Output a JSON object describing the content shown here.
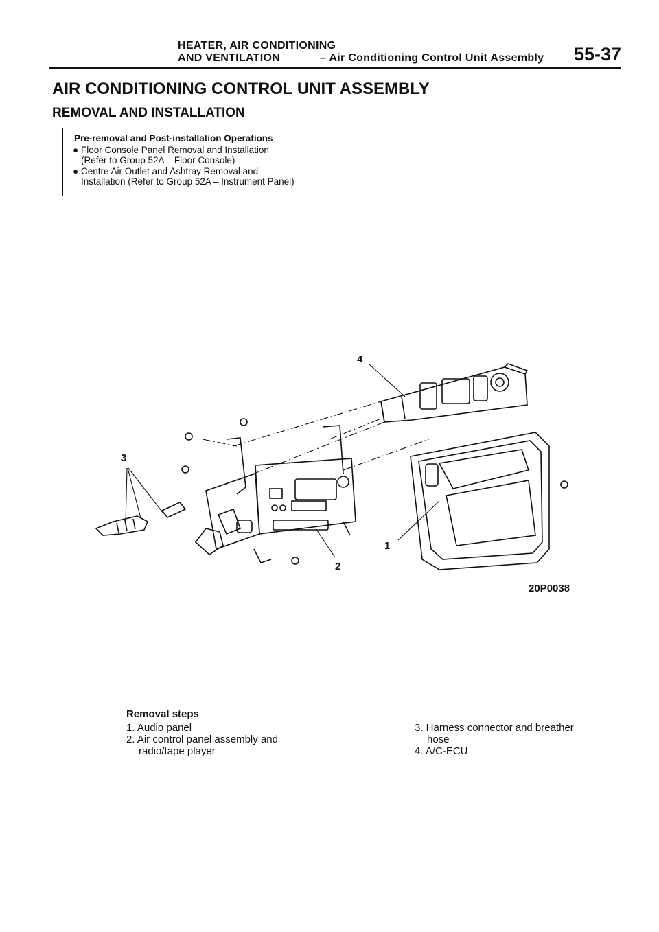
{
  "header": {
    "section_line1": "HEATER, AIR CONDITIONING",
    "section_line2": "AND VENTILATION",
    "subsection": "– Air Conditioning Control Unit Assembly",
    "page_number": "55-37"
  },
  "title": "AIR CONDITIONING CONTROL UNIT ASSEMBLY",
  "subtitle": "REMOVAL AND INSTALLATION",
  "operations_box": {
    "heading": "Pre-removal and Post-installation Operations",
    "bullet": "●",
    "items": [
      {
        "line1": "Floor Console Panel Removal and Installation",
        "line2": "(Refer to Group 52A – Floor Console)"
      },
      {
        "line1": "Centre Air Outlet and Ashtray Removal and",
        "line2": "Installation (Refer to Group 52A – Instrument Panel)"
      }
    ]
  },
  "figure": {
    "callouts": [
      "1",
      "2",
      "3",
      "4"
    ],
    "code": "20P0038"
  },
  "removal": {
    "heading": "Removal steps",
    "steps": [
      {
        "line1": "1. Audio panel",
        "line2": ""
      },
      {
        "line1": "2. Air control panel assembly and",
        "line2": "radio/tape player"
      },
      {
        "line1": "3. Harness connector and breather",
        "line2": "hose"
      },
      {
        "line1": "4. A/C-ECU",
        "line2": ""
      }
    ]
  }
}
